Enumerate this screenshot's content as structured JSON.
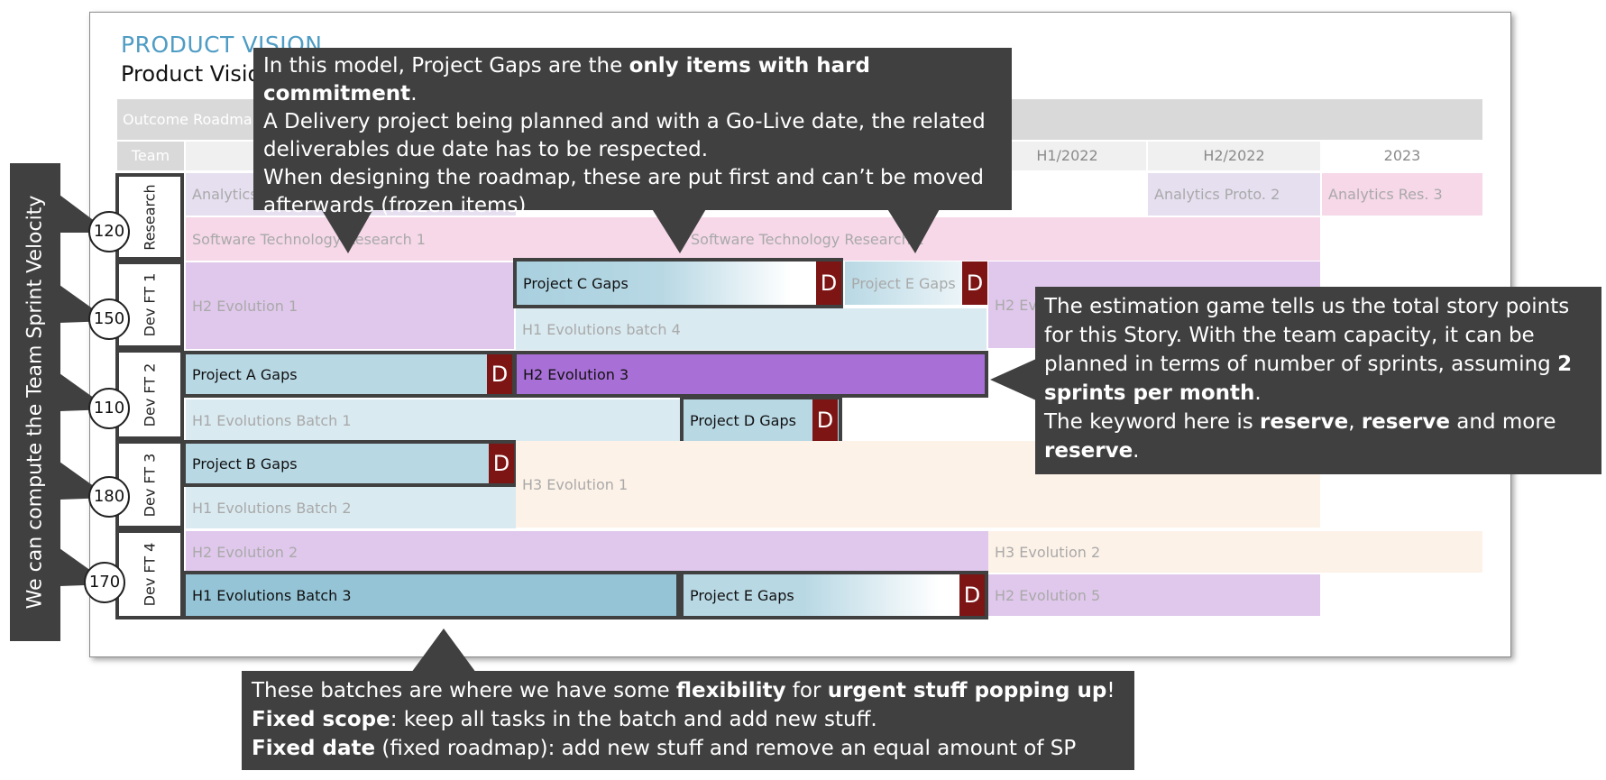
{
  "title": "PRODUCT VISION",
  "subtitle": "Product Vision",
  "outcome_label": "Outcome Roadmap",
  "team_header": "Team",
  "periods": [
    "H1/2022",
    "H2/2022",
    "2023"
  ],
  "velocity_text": "We can compute the Team Sprint Velocity",
  "teams": [
    {
      "label": "Research",
      "velocity": "120"
    },
    {
      "label": "Dev FT 1",
      "velocity": "150"
    },
    {
      "label": "Dev FT 2",
      "velocity": "110"
    },
    {
      "label": "Dev FT 3",
      "velocity": "180"
    },
    {
      "label": "Dev FT 4",
      "velocity": "170"
    }
  ],
  "cells": {
    "analytics_1": "Analytics",
    "analytics_proto_2": "Analytics Proto. 2",
    "analytics_res_3": "Analytics Res. 3",
    "sw_tech_research_1": "Software Technology Research 1",
    "sw_tech_research_2": "Software Technology Research 2",
    "h2_evolution_1": "H2 Evolution 1",
    "project_c_gaps": "Project C Gaps",
    "project_e_gaps_top": "Project E Gaps",
    "h2_ev_partial": "H2 Ev",
    "h1_evolutions_batch_4": "H1 Evolutions batch 4",
    "project_a_gaps": "Project A Gaps",
    "h2_evolution_3": "H2 Evolution 3",
    "h1_evolutions_batch_1": "H1 Evolutions Batch 1",
    "project_d_gaps": "Project D Gaps",
    "project_b_gaps": "Project B Gaps",
    "h3_evolution_1": "H3 Evolution 1",
    "h1_evolutions_batch_2": "H1 Evolutions Batch 2",
    "h2_evolution_2": "H2 Evolution 2",
    "h3_evolution_2": "H3 Evolution 2",
    "h1_evolutions_batch_3": "H1 Evolutions Batch 3",
    "project_e_gaps_bottom": "Project E Gaps",
    "h2_evolution_5": "H2 Evolution 5"
  },
  "deliverable_marker": "D",
  "callout_top": {
    "l1a": "In this model, Project Gaps are the ",
    "l1b": "only items with hard commitment",
    "l1c": ".",
    "l2": "A Delivery project being planned and with a Go-Live date, the related",
    "l3": "deliverables due date has to be respected.",
    "l4": "When designing the roadmap, these are put first and can’t be moved",
    "l5": "afterwards (frozen items)"
  },
  "callout_right": {
    "l1": "The estimation game tells us the total story points",
    "l2": "for this Story. With the team capacity, it can be",
    "l3a": "planned in terms of number of sprints, assuming ",
    "l3b": "2",
    "l4a": "sprints per month",
    "l4b": ".",
    "l5a": "The keyword here is ",
    "l5b": "reserve",
    "l5c": ", ",
    "l5d": "reserve",
    "l5e": " and more",
    "l6a": "reserve",
    "l6b": "."
  },
  "callout_bottom": {
    "l1a": "These batches are where we have some ",
    "l1b": "flexibility",
    "l1c": " for ",
    "l1d": "urgent stuff popping up",
    "l1e": "!",
    "l2a": "Fixed scope",
    "l2b": ": keep all tasks in the batch and add new stuff.",
    "l3a": "Fixed date",
    "l3b": " (fixed roadmap): add new stuff and remove an equal amount of SP"
  },
  "colors": {
    "callout_bg": "#404040",
    "deliverable_badge": "#7d1515",
    "title_blue": "#4f9cc4",
    "evolution_purple": "#a86fd6",
    "gap_blue": "#b8d8e4",
    "research_pink": "#f6d8e8"
  }
}
